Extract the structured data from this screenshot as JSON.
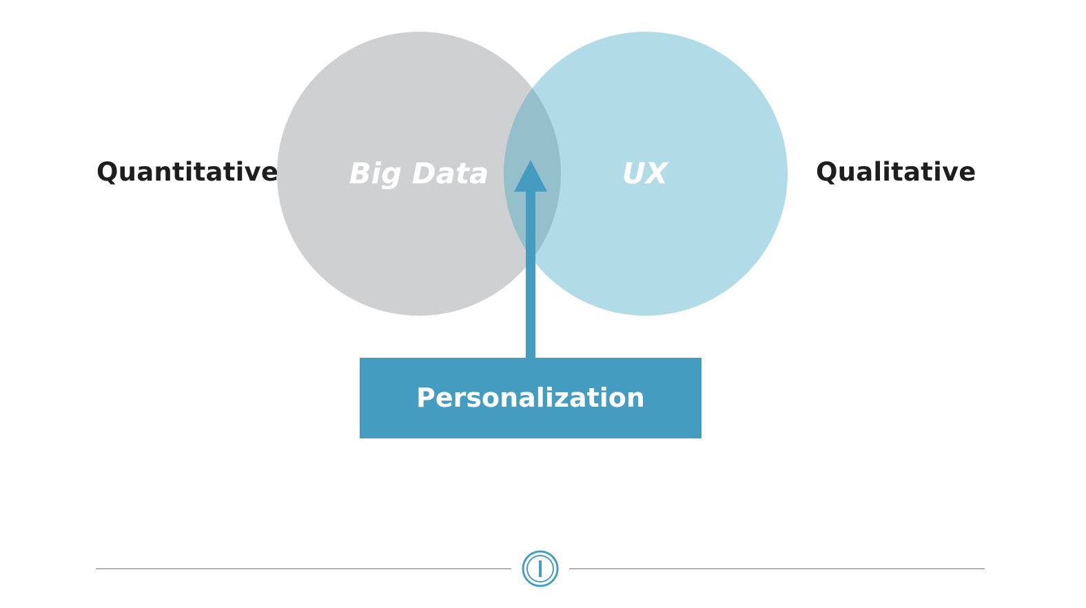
{
  "diagram": {
    "left_label": "Quantitative",
    "right_label": "Qualitative",
    "circles": [
      {
        "label": "Big Data",
        "fill": "#cfd0d2"
      },
      {
        "label": "UX",
        "fill": "#b1dce7"
      }
    ],
    "overlap_fill": "#95bfcb",
    "arrow_color": "#449dc0",
    "result_box": {
      "label": "Personalization",
      "fill": "#449dc0",
      "text_color": "#ffffff"
    }
  },
  "footer": {
    "rule_color": "#b0b0b0",
    "logo_icon": "circled-i-logo-icon",
    "logo_color": "#449dc0"
  }
}
